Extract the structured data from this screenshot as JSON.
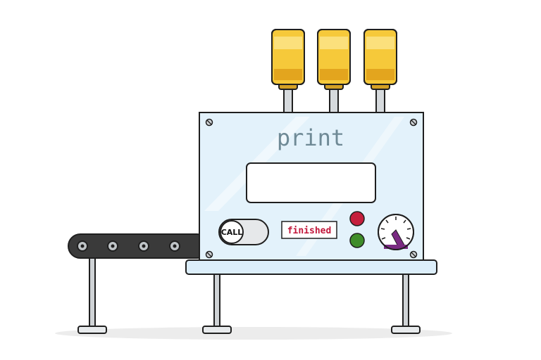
{
  "machine": {
    "title": "print",
    "call_label": "CALL",
    "status_label": "finished",
    "display_text": ""
  },
  "colors": {
    "panel": "#e3f2fb",
    "panel_border": "#1f1f1f",
    "bulb": "#f6c93a",
    "bulb_highlight": "#fbe07c",
    "bulb_shadow": "#e3a51e",
    "indicator_red": "#c51f3d",
    "indicator_green": "#3f8d2a",
    "status_text": "#c2173b",
    "belt": "#3a3a3a",
    "gauge_needle": "#7a2a82"
  },
  "icons": {
    "gauge": "gauge-icon",
    "screw": "screw-icon",
    "roller": "roller-icon"
  }
}
